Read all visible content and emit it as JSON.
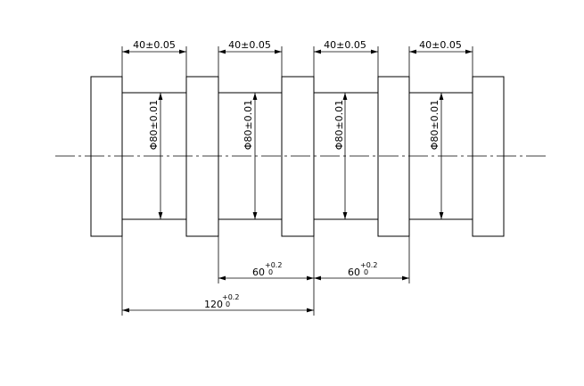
{
  "drawing": {
    "width_tolerance_label": "40±0.05",
    "diameter_label": "Φ80±0.01",
    "pitch_label": {
      "base": "60",
      "upper": "+0.2",
      "lower": "0"
    },
    "total_label": {
      "base": "120",
      "upper": "+0.2",
      "lower": "0"
    }
  }
}
